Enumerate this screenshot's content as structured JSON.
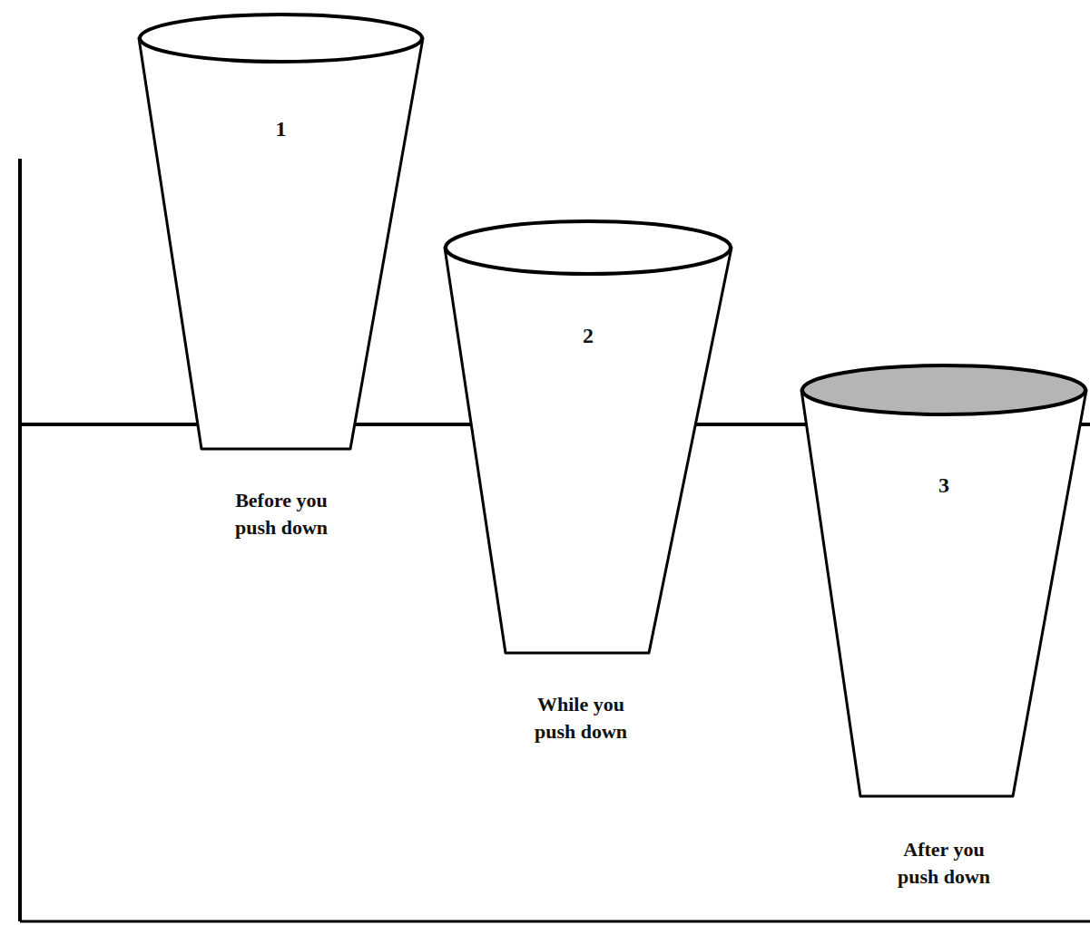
{
  "diagram": {
    "nodes": [
      {
        "text": [
          "1"
        ]
      },
      {
        "text": [
          "2"
        ]
      },
      {
        "text": [
          "3"
        ]
      }
    ],
    "labels": [
      "Before you push down",
      "While you push down",
      "After you push down"
    ]
  }
}
